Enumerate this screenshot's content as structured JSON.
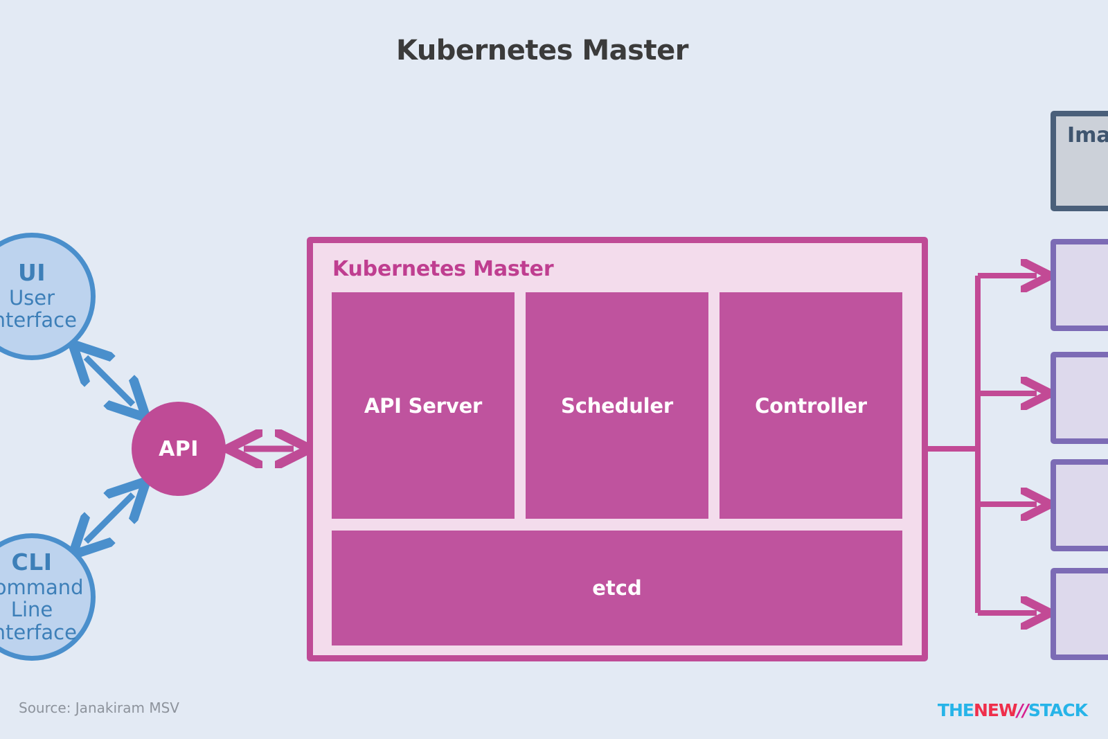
{
  "page": {
    "title": "Kubernetes Master",
    "background_color": "#e3eaf4",
    "source_note": "Source: Janakiram MSV"
  },
  "clients": [
    {
      "id": "ui",
      "abbr": "UI",
      "full_name": "User\nInterface",
      "full_line1": "User",
      "full_line2": "Interface",
      "fill_color": "#bdd3ee",
      "border_color": "#4a8fcc"
    },
    {
      "id": "cli",
      "abbr": "CLI",
      "full_line1": "Command",
      "full_line2": "Line",
      "full_line3": "Interface",
      "fill_color": "#bdd3ee",
      "border_color": "#4a8fcc"
    }
  ],
  "api_node": {
    "label": "API",
    "fill_color": "#bf4b96",
    "text_color": "#ffffff"
  },
  "master": {
    "label": "Kubernetes Master",
    "border_color": "#bf4b96",
    "fill_color": "#f3dcec",
    "label_color": "#bf3e90",
    "components": [
      {
        "label": "API Server"
      },
      {
        "label": "Scheduler"
      },
      {
        "label": "Controller"
      }
    ],
    "datastore": {
      "label": "etcd"
    },
    "component_fill_color": "#bf539e",
    "component_text_color": "#ffffff"
  },
  "registry": {
    "label": "Image Registry",
    "visible_label": "Im",
    "fill_color": "#ccd1d9",
    "border_color": "#4a5f7a",
    "text_color": "#3f556f"
  },
  "workers": [
    {
      "label": ""
    },
    {
      "label": ""
    },
    {
      "label": ""
    },
    {
      "label": ""
    }
  ],
  "worker_style": {
    "fill_color": "#ddd9ec",
    "border_color": "#7c6bb5"
  },
  "connectors": {
    "client_arrow_color": "#4a8fcc",
    "api_arrow_color": "#bf4b96",
    "branch_arrow_color": "#c24a95"
  },
  "logo": {
    "part_the": "THE",
    "part_new": "NEW",
    "part_slash": "//",
    "part_stack": "STACK",
    "color_the": "#27b4e8",
    "color_new": "#ef2f4b",
    "color_slash": "#d6218f",
    "color_stack": "#27b4e8"
  }
}
